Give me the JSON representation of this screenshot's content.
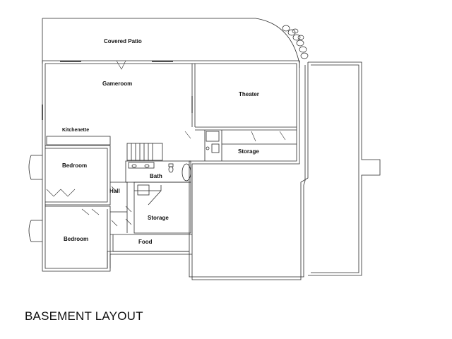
{
  "caption": "BASEMENT LAYOUT",
  "rooms": {
    "covered_patio": "Covered Patio",
    "gameroom": "Gameroom",
    "theater": "Theater",
    "kitchenette": "Kitchenette",
    "bedroom_upper": "Bedroom",
    "bedroom_lower": "Bedroom",
    "bath": "Bath",
    "hall": "Hall",
    "storage_center": "Storage",
    "storage_right": "Storage",
    "food": "Food"
  },
  "colors": {
    "line": "#2a2a2a",
    "background": "#ffffff"
  }
}
